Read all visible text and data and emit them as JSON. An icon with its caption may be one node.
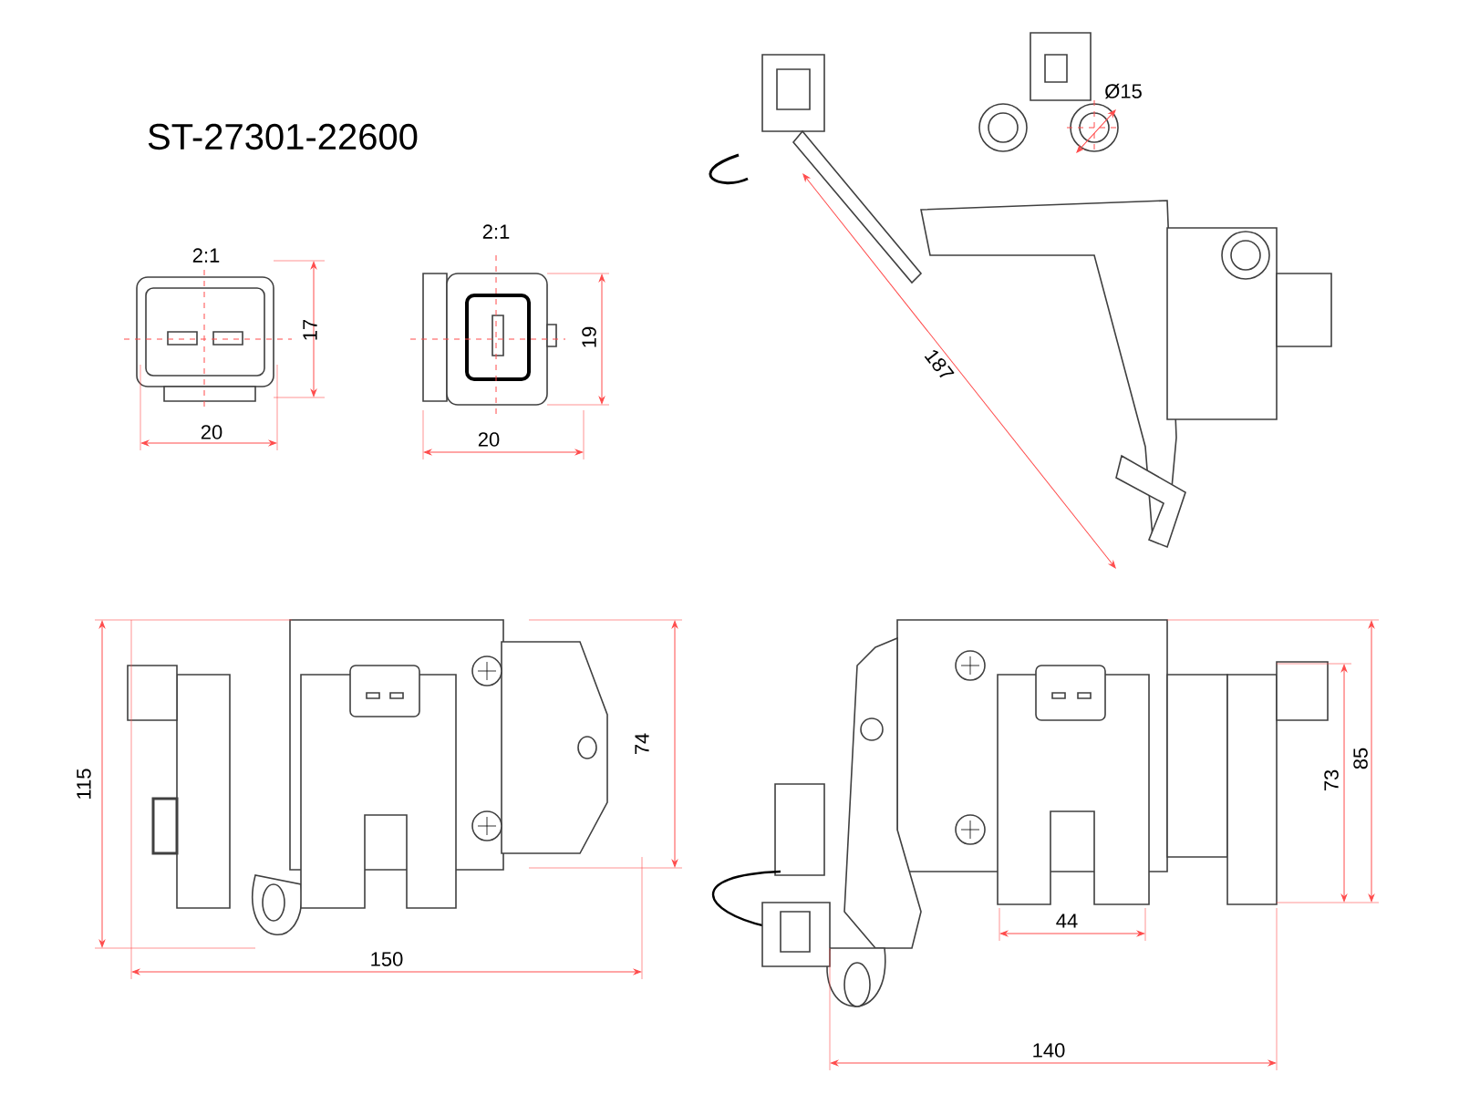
{
  "diagram": {
    "labels": [
      "ST-27301-22600",
      "2:1",
      "17",
      "20",
      "2:1",
      "19",
      "20",
      "Ø15",
      "187",
      "74",
      "115",
      "150",
      "44",
      "73",
      "85",
      "140"
    ]
  }
}
